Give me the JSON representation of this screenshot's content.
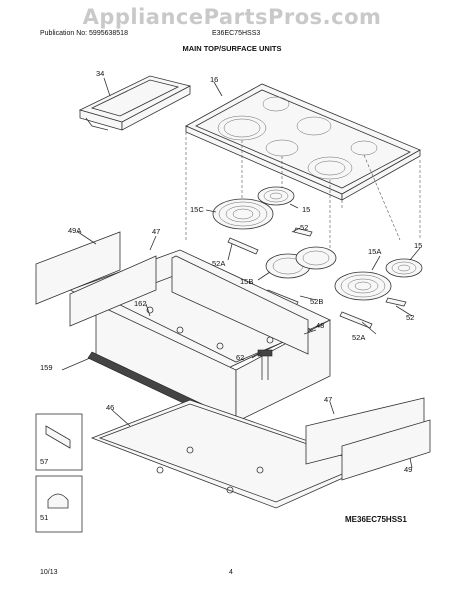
{
  "watermark": "AppliancePartsPros.com",
  "header": {
    "publication": "Publication No: 5995638518",
    "model": "E36EC75HSS3",
    "section_title": "MAIN TOP/SURFACE UNITS"
  },
  "callouts": {
    "c34": "34",
    "c16": "16",
    "c15c": "15C",
    "c15a": "15",
    "c52a": "52",
    "c52b": "52A",
    "c15b": "15B",
    "c52c": "52B",
    "c15d": "15A",
    "c15e": "15",
    "c52d": "52",
    "c52e": "52A",
    "c49a": "49A",
    "c47a": "47",
    "c162": "162",
    "c48": "48",
    "c62": "62",
    "c159": "159",
    "c46": "46",
    "c47b": "47",
    "c49": "49",
    "c57": "57",
    "c51": "51"
  },
  "diagram_code": "ME36EC75HSS1",
  "footer": {
    "date": "10/13",
    "page": "4"
  }
}
